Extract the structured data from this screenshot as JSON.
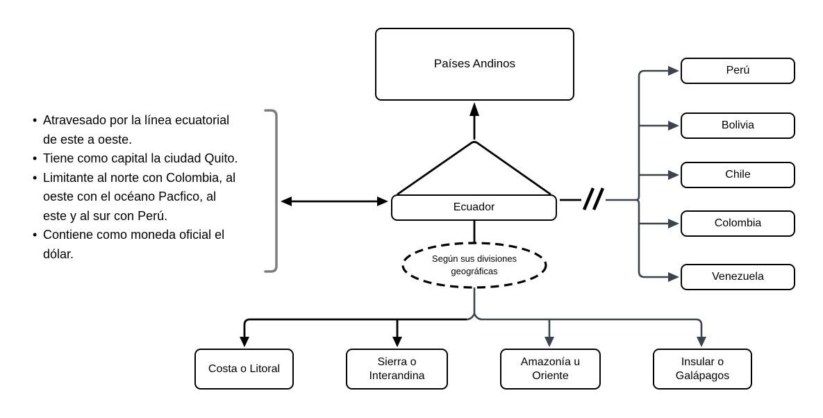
{
  "colors": {
    "line_black": "#000000",
    "line_slate": "#3A434E",
    "bracket_gray": "#7D7D7D",
    "box_background": "#FFFFFF",
    "canvas_background": "#FFFFFF",
    "text": "#000000"
  },
  "diagram": {
    "root_box": {
      "label": "Países Andinos"
    },
    "center_box": {
      "label": "Ecuador"
    },
    "notes": {
      "items": [
        {
          "lines": [
            "Atravesado por la línea ecuatorial",
            "de este a oeste."
          ]
        },
        {
          "lines": [
            "Tiene como capital la ciudad Quito."
          ]
        },
        {
          "lines": [
            "Limitante al norte con Colombia, al",
            "oeste con el océano Pacfico, al",
            "este y al sur con Perú."
          ]
        },
        {
          "lines": [
            "Contiene como moneda oficial el",
            "dólar."
          ]
        }
      ]
    },
    "countries": {
      "items": [
        "Perú",
        "Bolivia",
        "Chile",
        "Colombia",
        "Venezuela"
      ]
    },
    "divisions": {
      "ellipse_label": "Según sus divisiones geográficas",
      "items": [
        "Costa o Litoral",
        "Sierra o Interandina",
        "Amazonía u Oriente",
        "Insular o Galápagos"
      ]
    }
  }
}
